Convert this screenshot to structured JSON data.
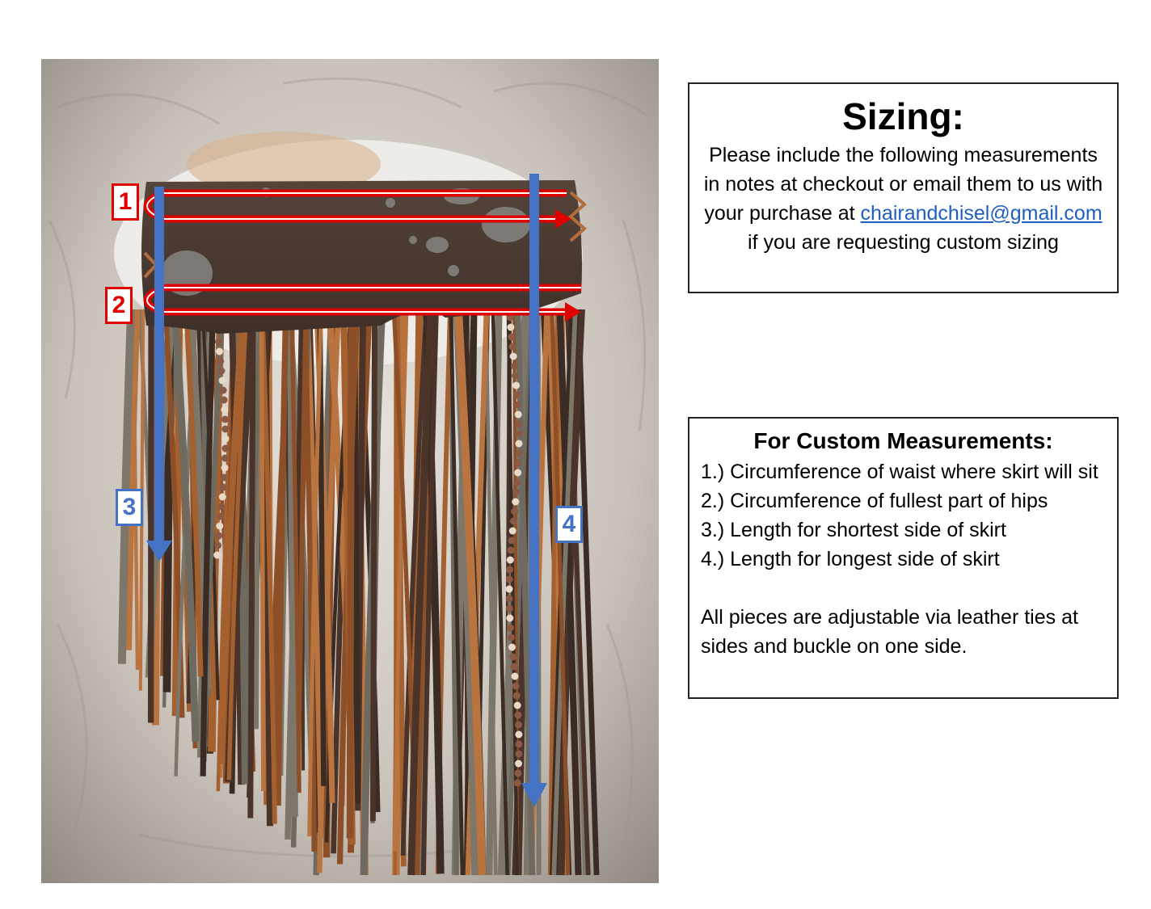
{
  "photo": {
    "markers": [
      "1",
      "2",
      "3",
      "4"
    ],
    "colors": {
      "red_arrow": "#e00000",
      "blue_arrow": "#4472c4",
      "belt": "#4a3a30",
      "fur": "#cfc9c1"
    }
  },
  "sizing": {
    "title": "Sizing:",
    "text_before": "Please include the following measurements in notes at checkout or email them to us with your purchase at",
    "email": "chairandchisel@gmail.com",
    "text_after": "if you are requesting custom sizing"
  },
  "custom": {
    "title": "For Custom Measurements:",
    "items": [
      "1.) Circumference of waist where skirt will sit",
      "2.) Circumference of fullest part of hips",
      "3.) Length for shortest side of skirt",
      "4.) Length for longest side of skirt"
    ],
    "note": "All pieces are adjustable via leather ties at sides and buckle on one side."
  }
}
